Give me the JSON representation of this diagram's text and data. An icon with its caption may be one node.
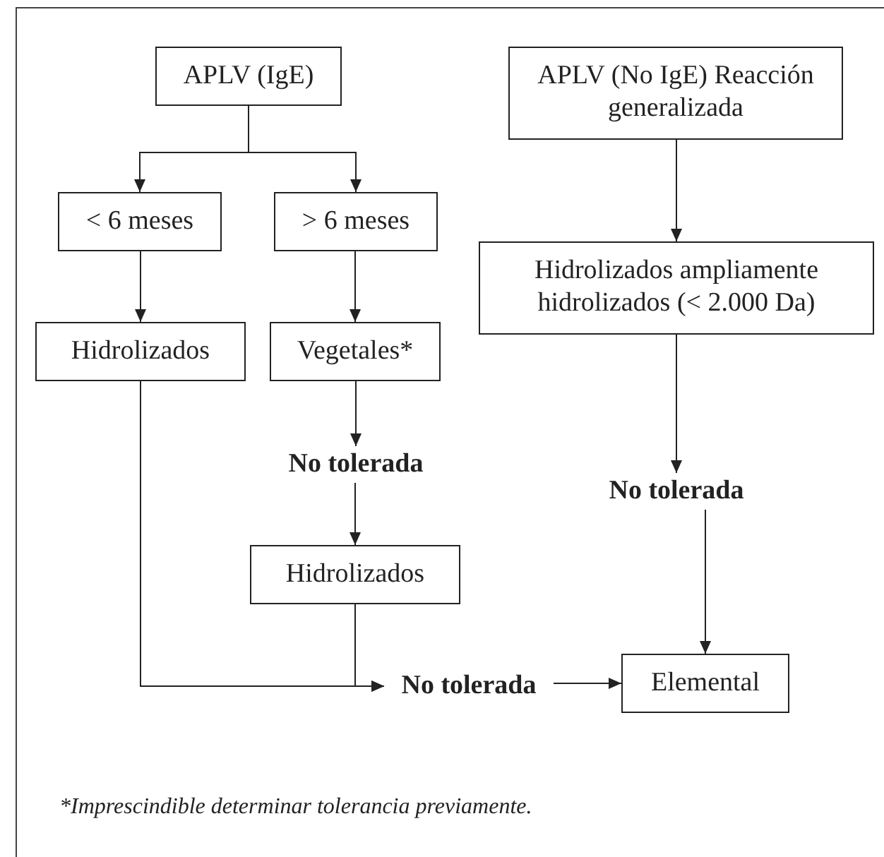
{
  "diagram": {
    "nodes": [
      {
        "text": [
          "APLV (IgE)"
        ]
      },
      {
        "text": [
          "APLV (No IgE) Reacción generalizada"
        ]
      },
      {
        "text": [
          "< 6 meses"
        ]
      },
      {
        "text": [
          "> 6 meses"
        ]
      },
      {
        "text": [
          "Hidrolizados ampliamente hidrolizados (< 2.000 Da)"
        ]
      },
      {
        "text": [
          "Hidrolizados"
        ]
      },
      {
        "text": [
          "Vegetales*"
        ]
      },
      {
        "text": [
          "No tolerada"
        ]
      },
      {
        "text": [
          "No tolerada"
        ]
      },
      {
        "text": [
          "Hidrolizados"
        ]
      },
      {
        "text": [
          "No tolerada"
        ]
      },
      {
        "text": [
          "Elemental"
        ]
      }
    ],
    "edges": [
      {
        "from": 0,
        "to": 2,
        "arrow": "to"
      },
      {
        "from": 0,
        "to": 3,
        "arrow": "to"
      },
      {
        "from": 1,
        "to": 4,
        "arrow": "to"
      },
      {
        "from": 2,
        "to": 5,
        "arrow": "to"
      },
      {
        "from": 3,
        "to": 6,
        "arrow": "to"
      },
      {
        "from": 6,
        "to": 7,
        "arrow": "to"
      },
      {
        "from": 7,
        "to": 9,
        "arrow": "to"
      },
      {
        "from": 4,
        "to": 8,
        "arrow": "to"
      },
      {
        "from": 8,
        "to": 11,
        "arrow": "to"
      },
      {
        "from": 5,
        "to": 10,
        "arrow": "to"
      },
      {
        "from": 9,
        "to": 10,
        "arrow": "to"
      },
      {
        "from": 10,
        "to": 11,
        "arrow": "to"
      }
    ],
    "labels": [
      "*Imprescindible determinar tolerancia previamente."
    ]
  }
}
